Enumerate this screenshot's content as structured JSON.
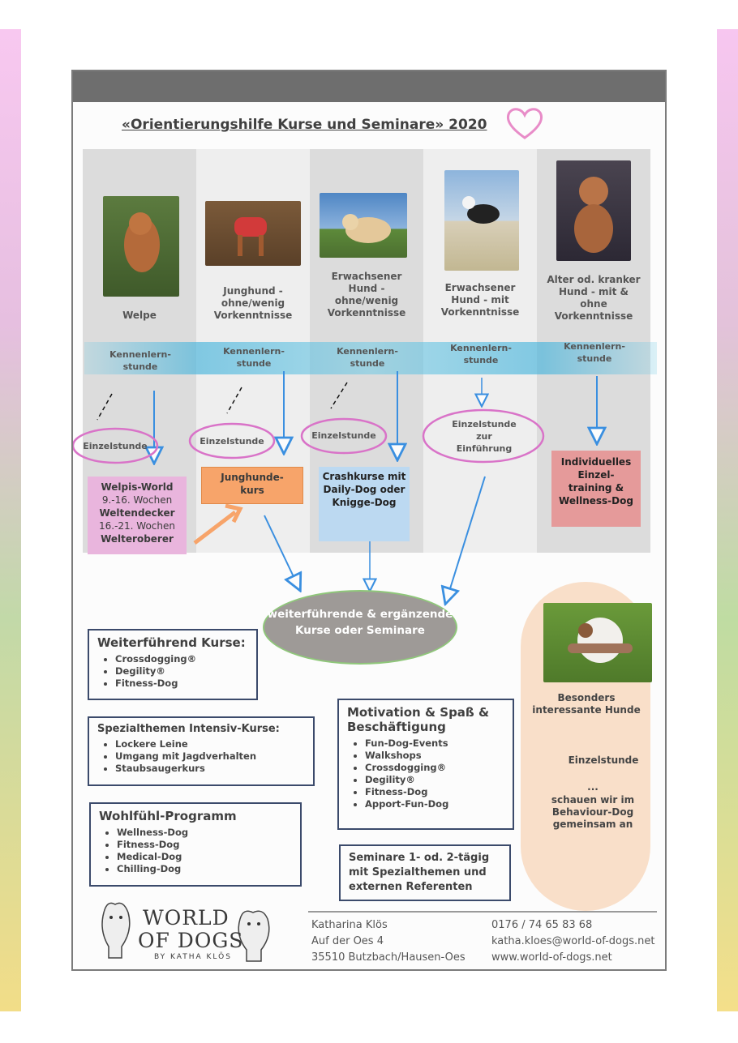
{
  "title": "«Orientierungshilfe Kurse und Seminare» 2020",
  "columns": [
    {
      "label": "Welpe"
    },
    {
      "label": "Junghund - ohne/wenig Vorkenntnisse"
    },
    {
      "label": "Erwachsener Hund - ohne/wenig Vorkenntnisse"
    },
    {
      "label": "Erwachsener Hund - mit Vorkenntnisse"
    },
    {
      "label": "Alter od. kranker Hund - mit & ohne Vorkenntnisse"
    }
  ],
  "kennenlern": "Kennenlern-stunde",
  "kennenlern_l1": "Kennenlern-",
  "kennenlern_l2": "stunde",
  "einzelstunde": "Einzelstunde",
  "einzel_zur": "Einzelstunde zur Einführung",
  "courses": {
    "welpis_1": "Welpis-World",
    "welpis_2": "9.-16. Wochen",
    "welpis_3": "Weltendecker",
    "welpis_4": "16.-21. Wochen",
    "welpis_5": "Welteroberer",
    "junghunde": "Junghunde-kurs",
    "crash": "Crashkurse mit Daily-Dog oder Knigge-Dog",
    "indiv": "Individuelles Einzel-training & Wellness-Dog"
  },
  "center_oval": "weiterführende & ergänzende Kurse oder Seminare",
  "box1": {
    "title": "Weiterführend Kurse:",
    "items": [
      "Crossdogging®",
      "Degility®",
      "Fitness-Dog"
    ]
  },
  "box2": {
    "title": "Spezialthemen Intensiv-Kurse:",
    "items": [
      "Lockere Leine",
      "Umgang mit Jagdverhalten",
      "Staubsaugerkurs"
    ]
  },
  "box3": {
    "title": "Wohlfühl-Programm",
    "items": [
      "Wellness-Dog",
      "Fitness-Dog",
      "Medical-Dog",
      "Chilling-Dog"
    ]
  },
  "box4": {
    "title": "Motivation & Spaß & Beschäftigung",
    "items": [
      "Fun-Dog-Events",
      "Walkshops",
      "Crossdogging®",
      "Degility®",
      "Fitness-Dog",
      "Apport-Fun-Dog"
    ]
  },
  "box5": {
    "title": "Seminare 1- od. 2-tägig mit Spezialthemen und externen Referenten"
  },
  "right_panel": {
    "top": "Besonders interessante Hunde",
    "einzel": "Einzelstunde",
    "dots": "...",
    "bottom": "schauen wir im Behaviour-Dog gemeinsam an"
  },
  "logo": {
    "line1": "WORLD",
    "line2": "OF DOGS",
    "line3": "BY KATHA KLÖS"
  },
  "contact": {
    "name": "Katharina Klös",
    "street": "Auf der Oes 4",
    "city": "35510 Butzbach/Hausen-Oes",
    "phone": "0176 / 74 65 83 68",
    "email": "katha.kloes@world-of-dogs.net",
    "web": "www.world-of-dogs.net"
  },
  "colors": {
    "pink": "#d973c8",
    "blue": "#3a8fe0",
    "orange": "#f7a46a",
    "lightblue": "#bcd9f1",
    "rose": "#e59a9a",
    "lilac": "#e9b5dd"
  }
}
